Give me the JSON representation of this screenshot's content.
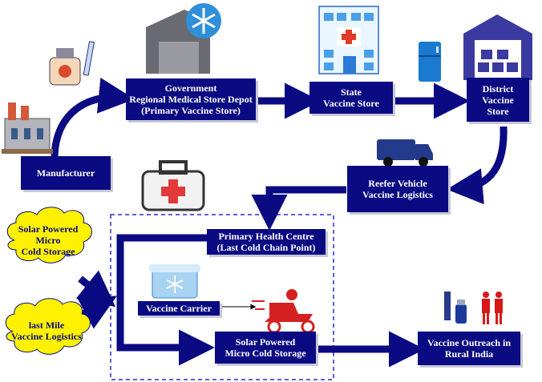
{
  "nodes": {
    "manufacturer": {
      "lines": [
        "Manufacturer"
      ]
    },
    "government": {
      "lines": [
        "Government",
        "Regional Medical Store Depot",
        "(Primary Vaccine Store)"
      ]
    },
    "state": {
      "lines": [
        "State",
        "Vaccine Store"
      ]
    },
    "district": {
      "lines": [
        "District",
        "Vaccine",
        "Store"
      ]
    },
    "reefer": {
      "lines": [
        "Reefer Vehicle",
        "Vaccine Logistics"
      ]
    },
    "phc": {
      "lines": [
        "Primary Health Centre",
        "(Last Cold Chain Point)"
      ]
    },
    "carrier": {
      "lines": [
        "Vaccine Carrier"
      ]
    },
    "solar_storage": {
      "lines": [
        "Solar Powered",
        "Micro Cold Storage"
      ]
    },
    "outreach": {
      "lines": [
        "Vaccine Outreach in",
        "Rural India"
      ]
    }
  },
  "clouds": {
    "solar": {
      "lines": [
        "Solar Powered",
        "Micro",
        "Cold Storage"
      ]
    },
    "lastmile": {
      "lines": [
        "last Mile",
        "Vaccine Logistics"
      ]
    }
  },
  "colors": {
    "box": "#0a0a82",
    "arrow": "#0a0a82",
    "cloud": "#fff200",
    "dashed": "#2a2ad0"
  },
  "icons": [
    "vaccine-vial-icon",
    "factory-icon",
    "cold-warehouse-icon",
    "hospital-icon",
    "refrigerator-icon",
    "warehouse-icon",
    "truck-icon",
    "first-aid-kit-icon",
    "cooler-box-icon",
    "delivery-scooter-icon",
    "vaccine-bottle-icon",
    "people-icon"
  ]
}
